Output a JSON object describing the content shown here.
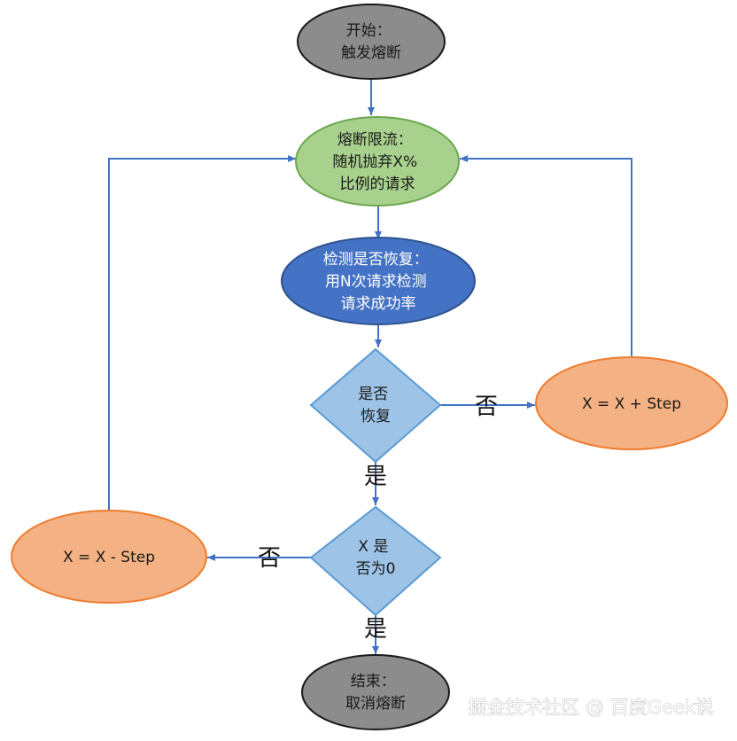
{
  "nodes": {
    "start": {
      "lines": [
        "开始：",
        "触发熔断"
      ]
    },
    "limit": {
      "lines": [
        "熔断限流：",
        "随机抛弃X%",
        "比例的请求"
      ]
    },
    "detect": {
      "lines": [
        "检测是否恢复：",
        "用N次请求检测",
        "请求成功率"
      ]
    },
    "recovered": {
      "lines": [
        "是否",
        "恢复"
      ]
    },
    "increase": {
      "lines": [
        "X = X + Step"
      ]
    },
    "zero": {
      "lines": [
        "X 是",
        "否为0"
      ]
    },
    "decrease": {
      "lines": [
        "X = X - Step"
      ]
    },
    "end": {
      "lines": [
        "结束：",
        "取消熔断"
      ]
    }
  },
  "edge_labels": {
    "recovered_no": "否",
    "recovered_yes": "是",
    "zero_no": "否",
    "zero_yes": "是"
  },
  "watermark": "掘金技术社区 @ 百度Geek说",
  "colors": {
    "gray_fill": "#8c8c8c",
    "green_fill": "#a9d18e",
    "blue_fill": "#4472c4",
    "diamond_fill": "#9dc3e6",
    "orange_fill": "#f4b183",
    "arrow": "#4472c4"
  }
}
